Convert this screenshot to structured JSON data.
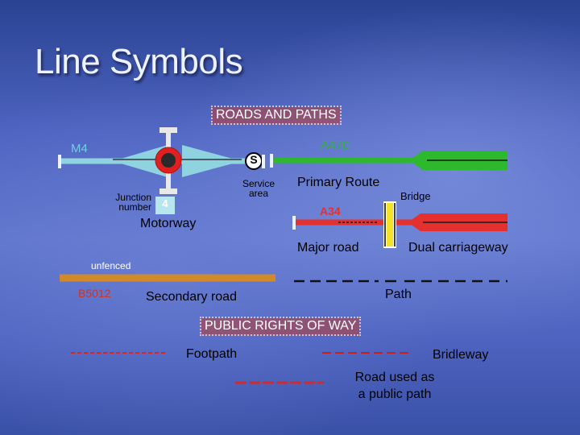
{
  "title": "Line Symbols",
  "headings": {
    "roads_and_paths": "ROADS AND PATHS",
    "public_rights_of_way": "PUBLIC RIGHTS OF WAY"
  },
  "roads": {
    "motorway_number": "M4",
    "primary_number": "A470",
    "major_number": "A34",
    "secondary_number": "B5012",
    "services_symbol": "S",
    "junction_number": "4",
    "junction_label": "Junction number",
    "service_area_label": "Service area",
    "motorway_label": "Motorway",
    "primary_label": "Primary Route",
    "bridge_label": "Bridge",
    "major_label": "Major road",
    "dual_label": "Dual carriageway",
    "unfenced_label": "unfenced",
    "secondary_label": "Secondary road",
    "path_label": "Path"
  },
  "rights_of_way": {
    "footpath_label": "Footpath",
    "bridleway_label": "Bridleway",
    "road_public_path_label_line1": "Road used as",
    "road_public_path_label_line2": "a public path"
  },
  "colors": {
    "motorway": "#8fd3e0",
    "primary": "#2db82d",
    "major": "#e53030",
    "secondary": "#d08a2a",
    "footpath": "#cc2a2a",
    "bridleway": "#c82020"
  }
}
